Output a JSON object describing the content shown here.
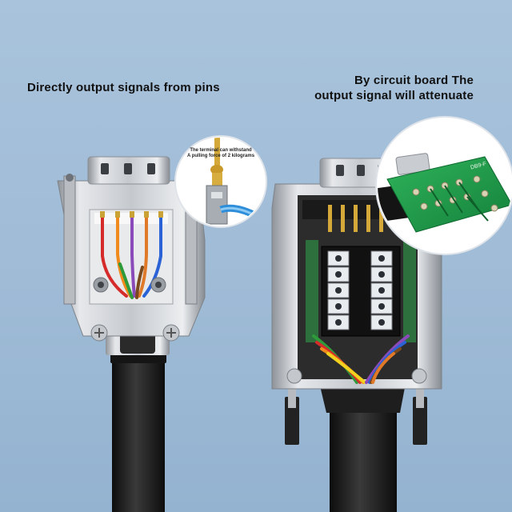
{
  "captions": {
    "left": "Directly output signals from pins",
    "right_line1": "By circuit board The",
    "right_line2": "output signal will attenuate"
  },
  "callout": {
    "line1": "The terminal can withstand",
    "line2": "A pulling force of 2 kilograms"
  },
  "pcb_silkscreen": "DB9-F",
  "colors": {
    "background": "#a3bfd9",
    "cable": "#1b1b1b",
    "metal": "#c9ccd1",
    "pcb": "#1f9c4a",
    "terminal_block": "#1a1a1a"
  }
}
